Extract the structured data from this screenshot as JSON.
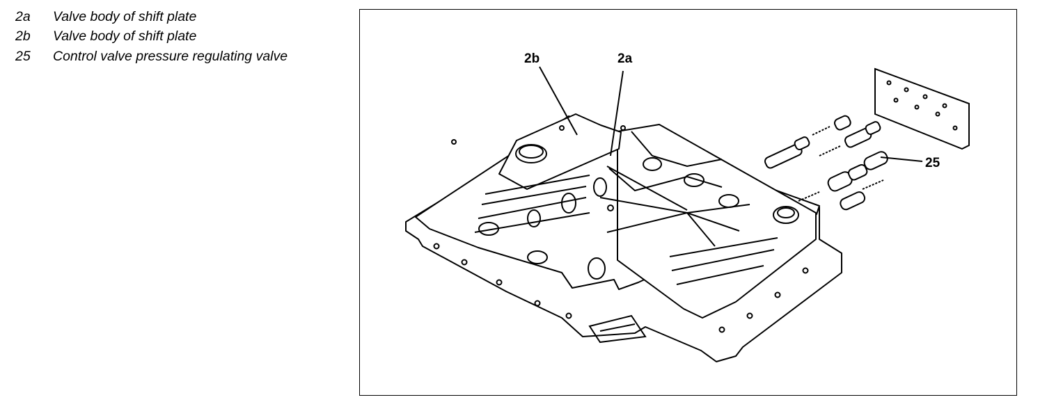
{
  "legend": [
    {
      "code": "2a",
      "text": "Valve body of shift plate"
    },
    {
      "code": "2b",
      "text": "Valve body of shift plate"
    },
    {
      "code": "25",
      "text": "Control valve pressure regulating valve"
    }
  ],
  "figure": {
    "callouts": {
      "c2b": "2b",
      "c2a": "2a",
      "c25": "25"
    }
  }
}
